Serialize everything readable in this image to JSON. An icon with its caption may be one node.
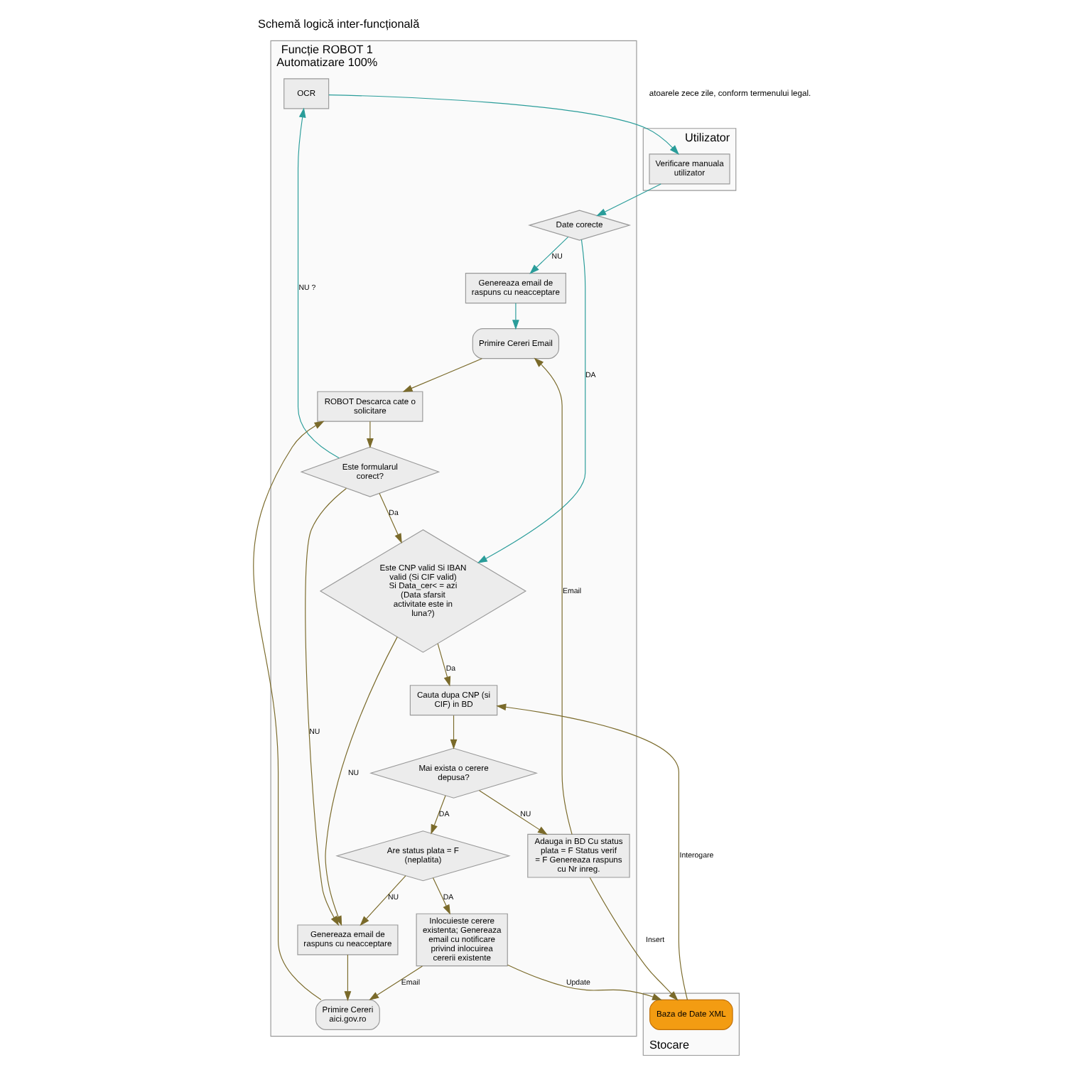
{
  "diagram": {
    "title": "Schemă logică inter-funcțională",
    "nodes": [
      {
        "text": [
          "Funcție ROBOT 1",
          "Automatizare 100%"
        ]
      },
      {
        "text": [
          "Utilizator"
        ]
      },
      {
        "text": [
          "Stocare"
        ]
      },
      {
        "text": [
          "OCR"
        ],
        "in": 0
      },
      {
        "text": [
          "Verificare manuala utilizator"
        ],
        "in": 1
      },
      {
        "text": [
          "Genereaza email de raspuns cu neacceptare"
        ],
        "in": 0
      },
      {
        "text": [
          "Date corecte"
        ],
        "in": 0
      },
      {
        "text": [
          "Baza de Date XML"
        ],
        "in": 2
      },
      {
        "text": [
          "Primire Cereri Email"
        ],
        "in": 0
      },
      {
        "text": [
          "Adauga in BD Cu status plata = F Status verif = F Genereaza raspuns cu Nr inreg."
        ],
        "in": 0
      },
      {
        "text": [
          "ROBOT Descarca cate o solicitare"
        ],
        "in": 0
      },
      {
        "text": [
          "Este formularul corect?"
        ],
        "in": 0
      },
      {
        "text": [
          "Este CNP valid Si IBAN valid (Si CIF valid) Si Data_cer< = azi (Data sfarsit activitate este in luna?)"
        ],
        "in": 0
      },
      {
        "text": [
          "Cauta dupa CNP (si CIF) in BD"
        ],
        "in": 0
      },
      {
        "text": [
          "Mai exista o cerere depusa?"
        ],
        "in": 0
      },
      {
        "text": [
          "Are status plata = F (neplatita)"
        ],
        "in": 0
      },
      {
        "text": [
          "Genereaza email de raspuns cu neacceptare"
        ],
        "in": 0
      },
      {
        "text": [
          "Primire Cereri aici.gov.ro"
        ],
        "in": 0
      },
      {
        "text": [
          "Inlocuieste cerere existenta; Genereaza email cu notificare privind inlocuirea cererii existente"
        ],
        "in": 0
      }
    ],
    "edges": [
      {
        "from": 8,
        "to": 10,
        "arrow": "to"
      },
      {
        "from": 17,
        "to": 10,
        "arrow": "to"
      },
      {
        "from": 10,
        "to": 11,
        "arrow": "to"
      },
      {
        "from": 11,
        "to": 12,
        "label": "Da",
        "arrow": "to"
      },
      {
        "from": 11,
        "to": 3,
        "label": "NU ?",
        "arrow": "to",
        "color": "#2a9d9a"
      },
      {
        "from": 3,
        "to": 4,
        "arrow": "to",
        "color": "#2a9d9a"
      },
      {
        "from": 4,
        "to": 6,
        "arrow": "to",
        "color": "#2a9d9a"
      },
      {
        "from": 6,
        "to": 5,
        "label": "NU",
        "arrow": "to",
        "color": "#2a9d9a"
      },
      {
        "from": 6,
        "to": 12,
        "label": "DA",
        "arrow": "to",
        "color": "#2a9d9a"
      },
      {
        "from": 5,
        "to": 8,
        "arrow": "to",
        "color": "#2a9d9a"
      },
      {
        "from": 11,
        "to": 16,
        "label": "NU",
        "arrow": "to"
      },
      {
        "from": 12,
        "to": 16,
        "label": "NU",
        "arrow": "to"
      },
      {
        "from": 12,
        "to": 13,
        "label": "Da",
        "arrow": "to"
      },
      {
        "from": 13,
        "to": 14,
        "arrow": "to"
      },
      {
        "from": 14,
        "to": 9,
        "label": "NU",
        "arrow": "to"
      },
      {
        "from": 14,
        "to": 15,
        "label": "DA",
        "arrow": "to"
      },
      {
        "from": 15,
        "to": 16,
        "label": "NU",
        "arrow": "to"
      },
      {
        "from": 15,
        "to": 18,
        "label": "DA",
        "arrow": "to"
      },
      {
        "from": 9,
        "to": 7,
        "label": "Insert",
        "arrow": "to"
      },
      {
        "from": 7,
        "to": 13,
        "label": "Interogare",
        "arrow": "to"
      },
      {
        "from": 9,
        "to": 8,
        "label": "Email",
        "arrow": "to"
      },
      {
        "from": 18,
        "to": 7,
        "label": "Update",
        "arrow": "to"
      },
      {
        "from": 16,
        "to": 17,
        "arrow": "to"
      },
      {
        "from": 18,
        "to": 17,
        "label": "Email",
        "arrow": "to"
      }
    ],
    "labels": [
      "atoarele zece zile, conform termenului legal."
    ]
  }
}
